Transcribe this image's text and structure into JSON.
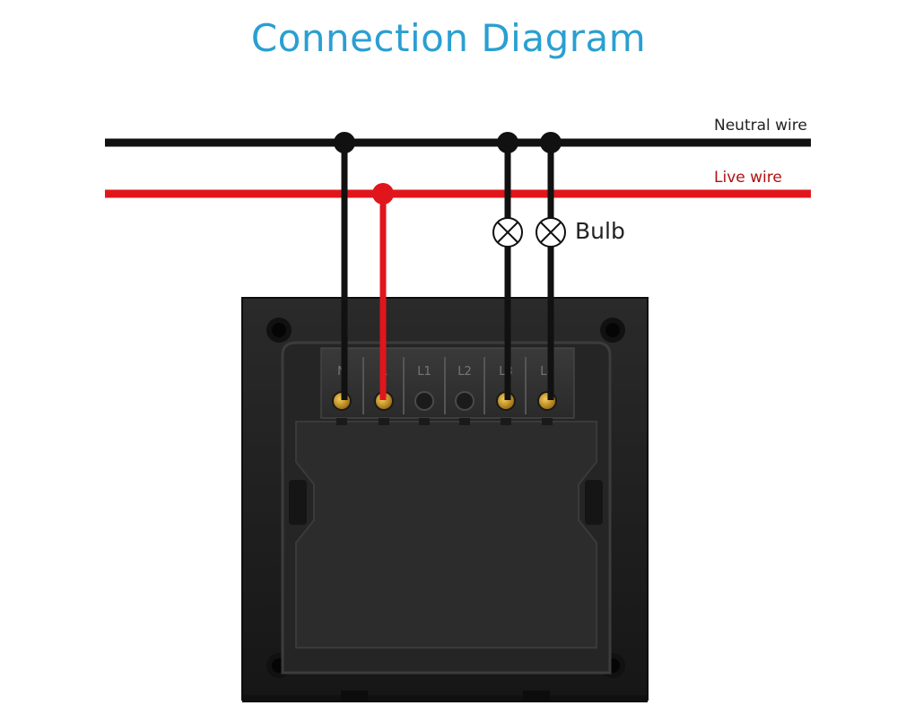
{
  "title": "Connection Diagram",
  "labels": {
    "neutral": "Neutral wire",
    "live": "Live wire",
    "bulb": "Bulb"
  },
  "colors": {
    "title": "#2a9fd2",
    "neutral_wire": "#111111",
    "live_wire": "#e0161c",
    "live_label": "#b01010",
    "label": "#222222",
    "panel": "#1e1e1e",
    "terminal": "#c8951c"
  },
  "terminal_markings": [
    "N",
    "L",
    "L1",
    "L2",
    "L3",
    "L4"
  ]
}
